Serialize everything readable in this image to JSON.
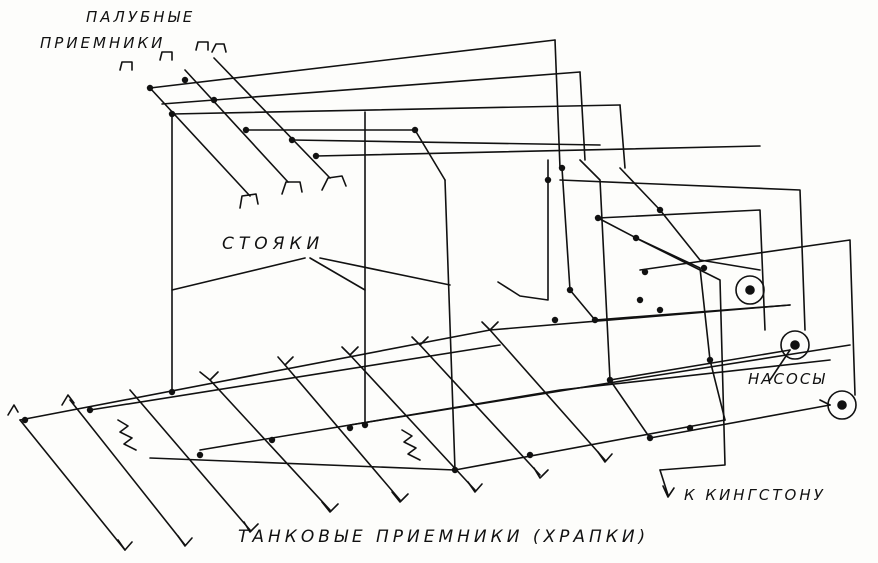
{
  "labels": {
    "deck_receivers_line1": "ПАЛУБНЫЕ",
    "deck_receivers_line2": "ПРИЕМНИКИ",
    "risers": "СТОЯКИ",
    "pumps": "НАСОСЫ",
    "tank_receivers": "ТАНКОВЫЕ ПРИЕМНИКИ (ХРАПКИ)",
    "to_kingston": "К КИНГСТОНУ"
  },
  "colors": {
    "ink": "#111111",
    "paper": "#fdfdfb"
  }
}
